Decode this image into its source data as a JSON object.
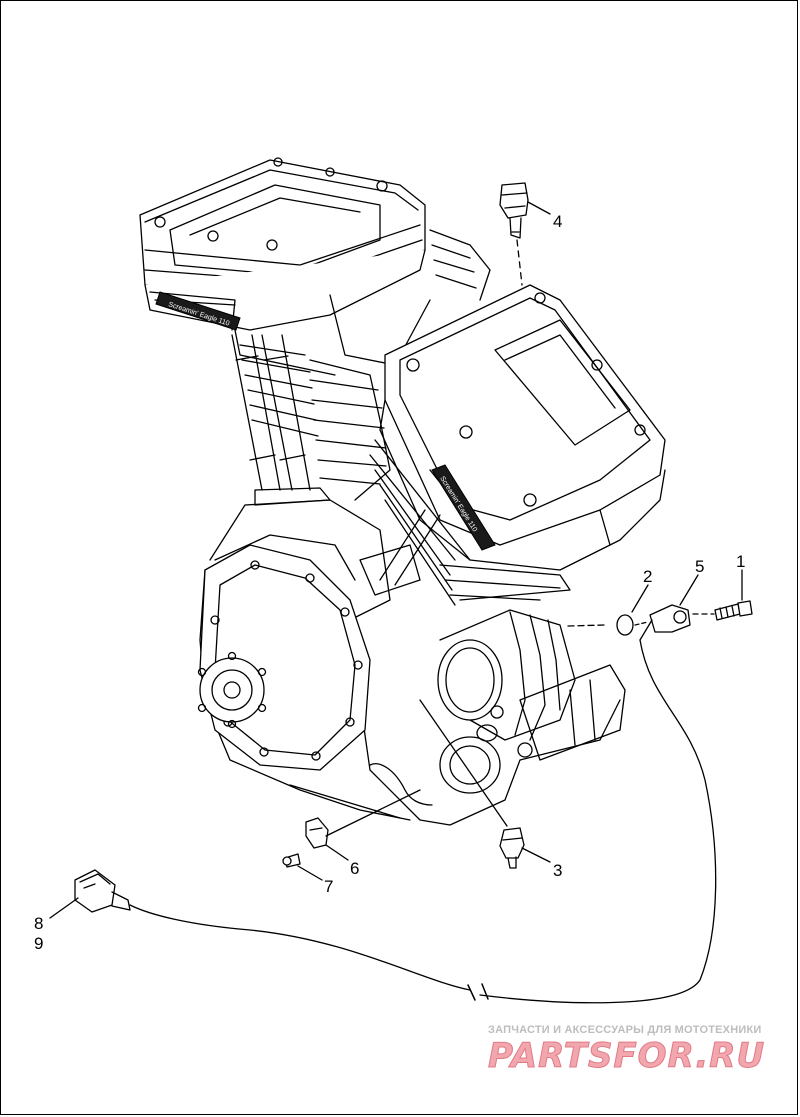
{
  "diagram": {
    "callouts": [
      {
        "id": "c1",
        "label": "1"
      },
      {
        "id": "c2",
        "label": "2"
      },
      {
        "id": "c3",
        "label": "3"
      },
      {
        "id": "c4",
        "label": "4"
      },
      {
        "id": "c5",
        "label": "5"
      },
      {
        "id": "c6",
        "label": "6"
      },
      {
        "id": "c7",
        "label": "7"
      },
      {
        "id": "c8",
        "label": "8"
      },
      {
        "id": "c9",
        "label": "9"
      }
    ],
    "engine_stamp_rear": "Screamin' Eagle 110",
    "engine_stamp_front": "Screamin' Eagle 110"
  },
  "watermark": {
    "tagline": "ЗАПЧАСТИ И АКСЕССУАРЫ ДЛЯ МОТОТЕХНИКИ",
    "brand": "PARTSFOR.RU",
    "color_tagline": "#bdbdbd",
    "color_brand": "#f2a6ae"
  }
}
